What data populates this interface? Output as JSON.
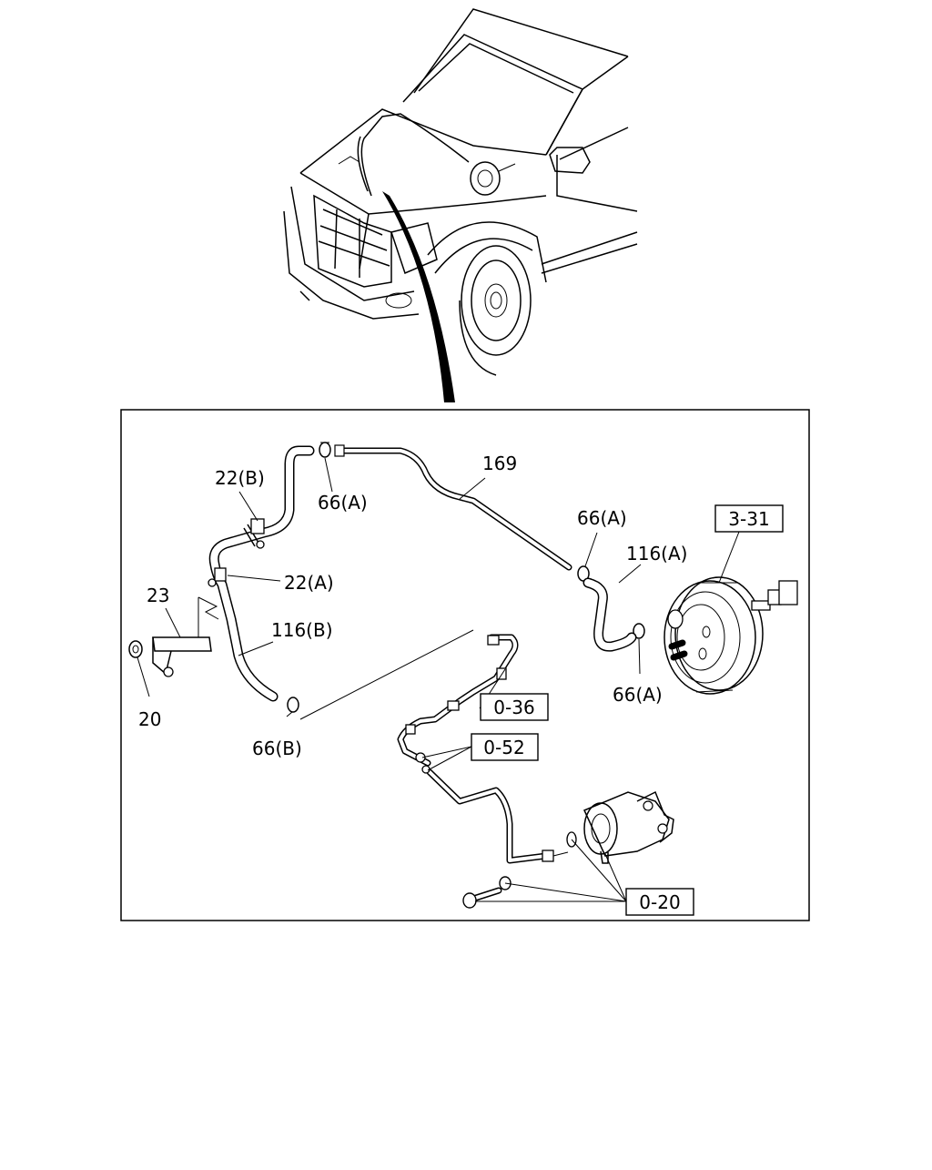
{
  "callouts": {
    "hose_169": "169",
    "clamp_66a_top": "66(A)",
    "clamp_66a_right": "66(A)",
    "clamp_66a_bottom": "66(A)",
    "clamp_66b": "66(B)",
    "clip_22b": "22(B)",
    "clip_22a": "22(A)",
    "hose_116a": "116(A)",
    "hose_116b": "116(B)",
    "bracket_23": "23",
    "nut_20": "20"
  },
  "references": {
    "booster": "3-31",
    "pipe_036": "0-36",
    "pipe_052": "0-52",
    "pump_020": "0-20"
  }
}
